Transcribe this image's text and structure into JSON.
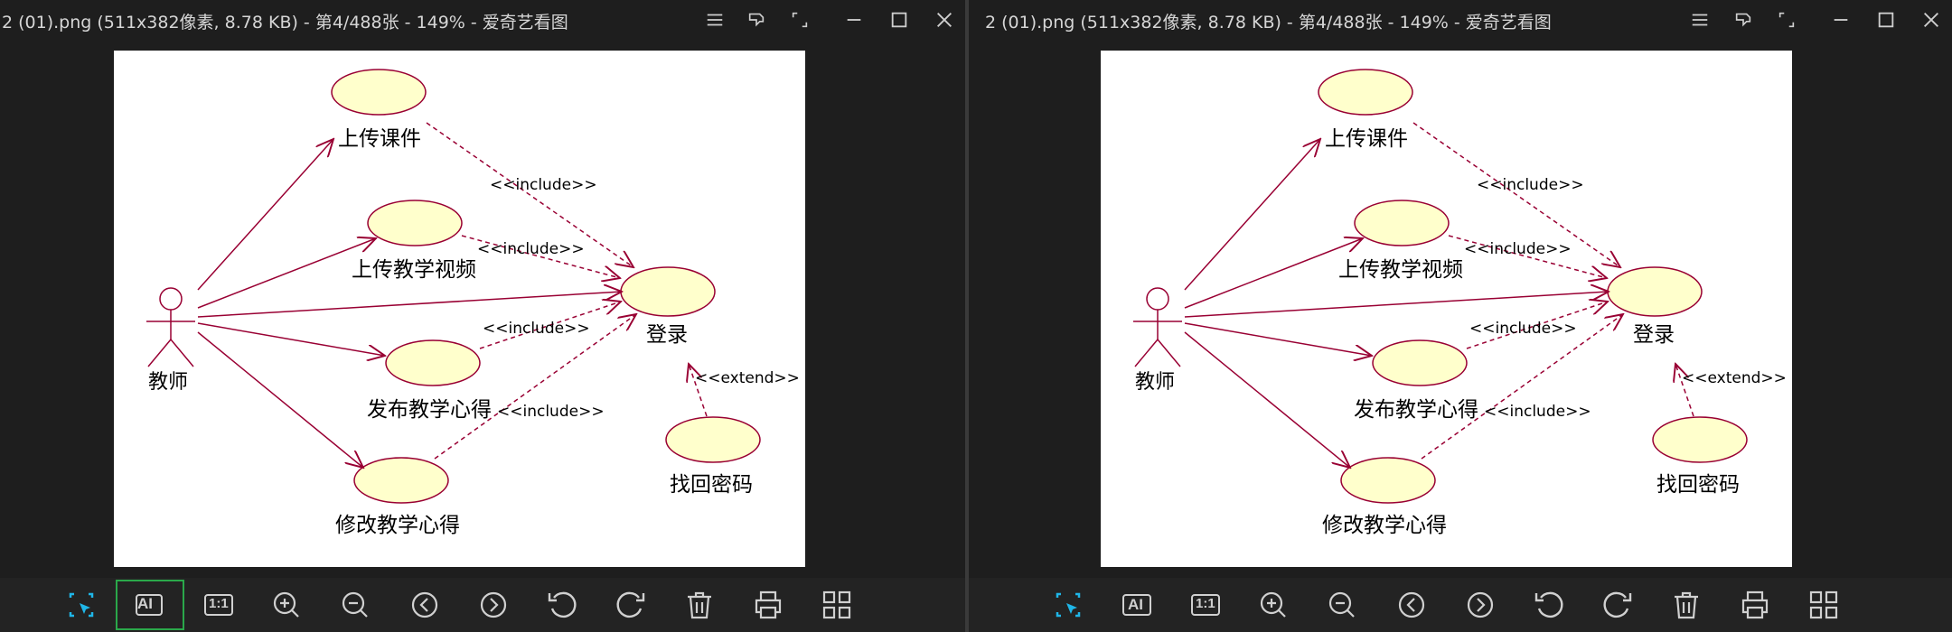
{
  "windows": [
    {
      "title": "2 (01).png (511x382像素, 8.78 KB) - 第4/488张 - 149% - 爱奇艺看图",
      "controls": [
        "menu-icon",
        "pin-icon",
        "fullscreen-icon",
        "minimize-icon",
        "maximize-icon",
        "close-icon"
      ]
    },
    {
      "title": "2 (01).png (511x382像素, 8.78 KB) - 第4/488张 - 149% - 爱奇艺看图",
      "controls": [
        "menu-icon",
        "pin-icon",
        "fullscreen-icon",
        "minimize-icon",
        "maximize-icon",
        "close-icon"
      ]
    }
  ],
  "diagram": {
    "actor": "教师",
    "use_cases": {
      "upload_courseware": "上传课件",
      "upload_video": "上传教学视频",
      "publish_notes": "发布教学心得",
      "edit_notes": "修改教学心得",
      "login": "登录",
      "recover_password": "找回密码"
    },
    "stereotypes": {
      "include": "<<include>>",
      "extend": "<<extend>>"
    }
  },
  "toolbar": {
    "ai_label": "AI",
    "actual_size_label": "1:1",
    "buttons": [
      "select-region-icon",
      "ai-icon",
      "actual-size-icon",
      "zoom-in-icon",
      "zoom-out-icon",
      "previous-icon",
      "next-icon",
      "rotate-left-icon",
      "rotate-right-icon",
      "delete-icon",
      "print-icon",
      "grid-icon"
    ]
  },
  "colors": {
    "accent": "#1fb6e8",
    "selected_border": "#2aa84a",
    "ellipse_fill": "#ffffcc",
    "line": "#990033"
  }
}
